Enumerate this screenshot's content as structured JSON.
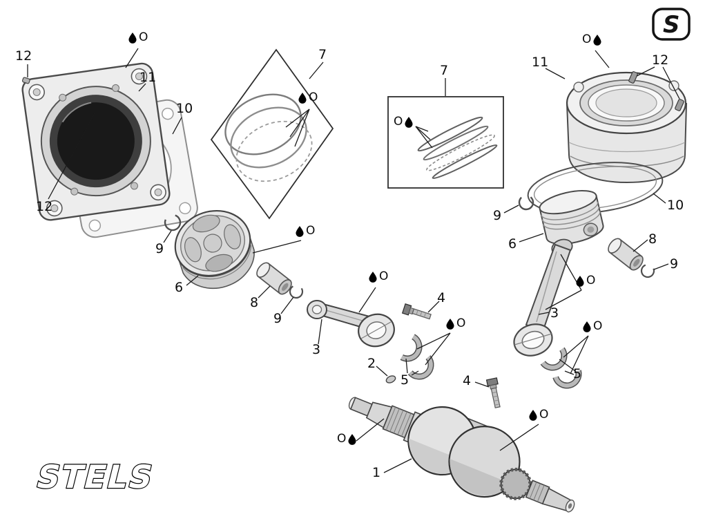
{
  "page": {
    "background": "#ffffff"
  },
  "logos": {
    "stels": "STELS",
    "s_badge": "S"
  },
  "oil": {
    "label": "O"
  },
  "labels": [
    {
      "text": "12"
    },
    {
      "text": "11"
    },
    {
      "text": "10"
    },
    {
      "text": "12"
    },
    {
      "text": "7"
    },
    {
      "text": "7"
    },
    {
      "text": "11"
    },
    {
      "text": "12"
    },
    {
      "text": "10"
    },
    {
      "text": "9"
    },
    {
      "text": "6"
    },
    {
      "text": "3"
    },
    {
      "text": "8"
    },
    {
      "text": "9"
    },
    {
      "text": "5"
    },
    {
      "text": "4"
    },
    {
      "text": "9"
    },
    {
      "text": "6"
    },
    {
      "text": "8"
    },
    {
      "text": "9"
    },
    {
      "text": "3"
    },
    {
      "text": "2"
    },
    {
      "text": "5"
    },
    {
      "text": "4"
    },
    {
      "text": "1"
    }
  ],
  "colors": {
    "leader_line": "#1a1a1a",
    "part_fill": "#e8e8e8",
    "part_stroke": "#444444",
    "bore_dark": "#191919"
  }
}
